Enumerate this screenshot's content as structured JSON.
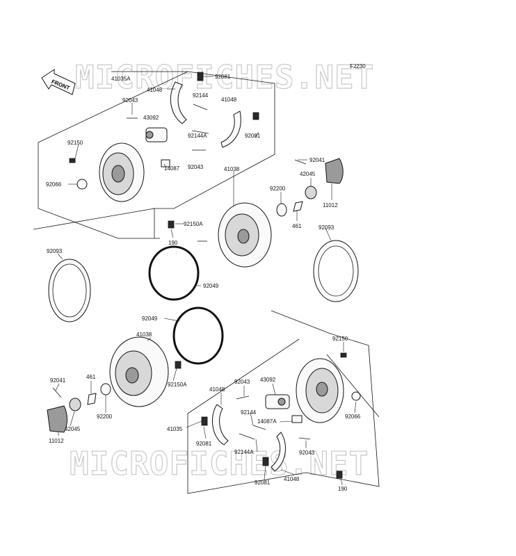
{
  "figure_code": "F2230",
  "watermark": "MICROFICHES.NET",
  "front_label": "FRONT",
  "labels": {
    "l_41035A": "41035A",
    "l_92081_a": "92081",
    "l_41048_a": "41048",
    "l_92144_a": "92144",
    "l_41048_b": "41048",
    "l_92043_a": "92043",
    "l_43092_a": "43092",
    "l_92144A_a": "92144A",
    "l_92081_b": "92081",
    "l_92150_a": "92150",
    "l_92043_b": "92043",
    "l_14087": "14087",
    "l_92066_a": "92066",
    "l_92041_a": "92041",
    "l_42045_a": "42045",
    "l_41038_a": "41038",
    "l_92200_a": "92200",
    "l_11012_a": "11012",
    "l_461_a": "461",
    "l_92150A_a": "92150A",
    "l_190_a": "190",
    "l_92093_a": "92093",
    "l_92093_b": "92093",
    "l_92049_a": "92049",
    "l_92049_b": "92049",
    "l_41038_b": "41038",
    "l_92150_b": "92150",
    "l_92041_b": "92041",
    "l_461_b": "461",
    "l_92150A_b": "92150A",
    "l_92043_c": "92043",
    "l_43092_b": "43092",
    "l_41048_c": "41048",
    "l_92200_b": "92200",
    "l_42045_b": "42045",
    "l_11012_b": "11012",
    "l_92066_b": "92066",
    "l_41035": "41035",
    "l_92144_b": "92144",
    "l_14087A": "14087A",
    "l_92081_c": "92081",
    "l_92144A_b": "92144A",
    "l_92043_d": "92043",
    "l_92081_d": "92081",
    "l_41048_d": "41048",
    "l_190_b": "190"
  }
}
